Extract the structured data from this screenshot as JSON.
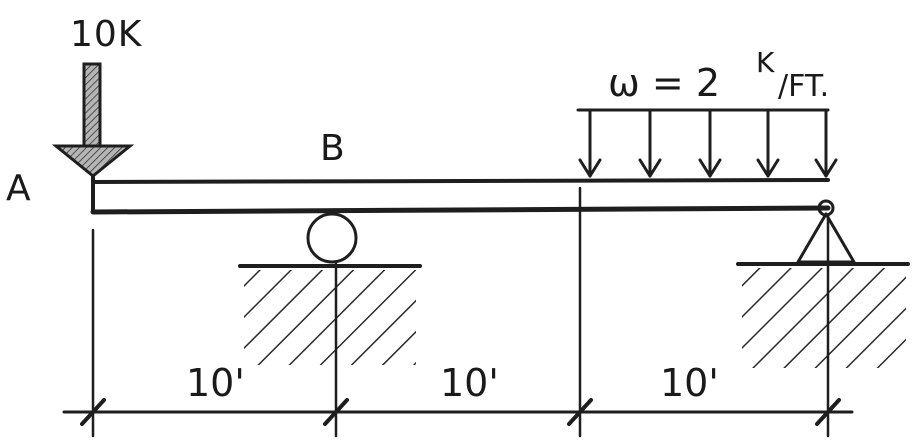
{
  "labels": {
    "point_load": "10K",
    "point_a": "A",
    "point_b": "B",
    "distributed_load_w": "ω = 2",
    "distributed_load_unit_num": "K",
    "distributed_load_unit_den": "/FT."
  },
  "dimensions": [
    "10'",
    "10'",
    "10'"
  ],
  "colors": {
    "ink": "#1e1e1e",
    "hatch": "#2a2a2a",
    "arrow_fill": "#9a9a9a",
    "background": "#ffffff"
  }
}
